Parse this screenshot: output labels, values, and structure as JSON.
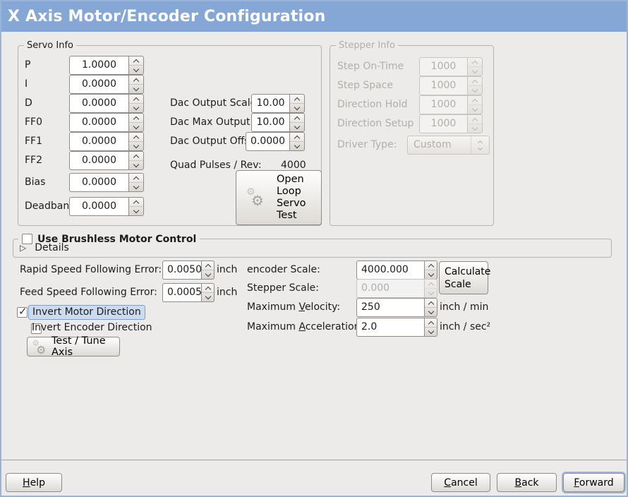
{
  "title": "X Axis Motor/Encoder Configuration",
  "servo_info": {
    "frame_label": "Servo Info",
    "params": [
      {
        "label": "P",
        "value": "1.0000"
      },
      {
        "label": "I",
        "value": "0.0000"
      },
      {
        "label": "D",
        "value": "0.0000"
      },
      {
        "label": "FF0",
        "value": "0.0000"
      },
      {
        "label": "FF1",
        "value": "0.0000"
      },
      {
        "label": "FF2",
        "value": "0.0000"
      },
      {
        "label": "Bias",
        "value": "0.0000"
      },
      {
        "label": "Deadband",
        "value": "0.0000"
      }
    ],
    "dac_output_scale": {
      "label": "Dac Output Scale:",
      "value": "10.00"
    },
    "dac_max_output": {
      "label": "Dac Max Output:",
      "value": "10.00"
    },
    "dac_output_offset": {
      "label": "Dac Output Offset:",
      "value": "0.0000"
    },
    "quad_pulses": {
      "label": "Quad Pulses / Rev:",
      "value": "4000"
    },
    "open_loop_button": "Open\nLoop\nServo\nTest"
  },
  "stepper_info": {
    "frame_label": "Stepper Info",
    "params": [
      {
        "label": "Step On-Time",
        "value": "1000"
      },
      {
        "label": "Step Space",
        "value": "1000"
      },
      {
        "label": "Direction Hold",
        "value": "1000"
      },
      {
        "label": "Direction Setup",
        "value": "1000"
      }
    ],
    "driver_type": {
      "label": "Driver Type:",
      "value": "Custom"
    }
  },
  "brushless": {
    "checkbox_label": "Use Brushless Motor Control",
    "checked": false,
    "details_label": "Details"
  },
  "following_error": {
    "rapid": {
      "label": "Rapid Speed Following Error:",
      "value": "0.0050",
      "unit": "inch"
    },
    "feed": {
      "label": "Feed Speed Following Error:",
      "value": "0.0005",
      "unit": "inch"
    }
  },
  "scales": {
    "encoder": {
      "label": "encoder Scale:",
      "value": "4000.000"
    },
    "calculate_button": "Calculate Scale",
    "stepper": {
      "label": "Stepper Scale:",
      "value": "0.000"
    },
    "velocity": {
      "label_pre": "Maximum ",
      "label_mn": "V",
      "label_post": "elocity:",
      "value": "250",
      "unit": "inch / min"
    },
    "acceleration": {
      "label_pre": "Maximum ",
      "label_mn": "A",
      "label_post": "cceleration:",
      "value": "2.0",
      "unit": "inch / sec²"
    }
  },
  "toggles": {
    "invert_motor": {
      "label": "Invert Motor Direction",
      "checked": true
    },
    "invert_encoder": {
      "label": "Invert Encoder Direction",
      "checked": false
    },
    "test_tune_button": "Test / Tune Axis"
  },
  "footer": {
    "help": {
      "mn": "H",
      "rest": "elp"
    },
    "cancel": {
      "mn": "C",
      "rest": "ancel"
    },
    "back": {
      "mn": "B",
      "rest": "ack"
    },
    "forward": {
      "mn": "F",
      "rest": "orward"
    }
  },
  "colors": {
    "titlebar": "#84a7d5",
    "title_text": "#ffffff",
    "window_bg": "#ecebe9",
    "window_border": "#9bb4d6",
    "separator": "#8ba6cc",
    "focus_highlight": "#ccdbee",
    "focus_border": "#7e9fc6",
    "entry_bg": "#ffffff",
    "disabled_text": "#b2aea9",
    "text": "#1c1c1c"
  }
}
